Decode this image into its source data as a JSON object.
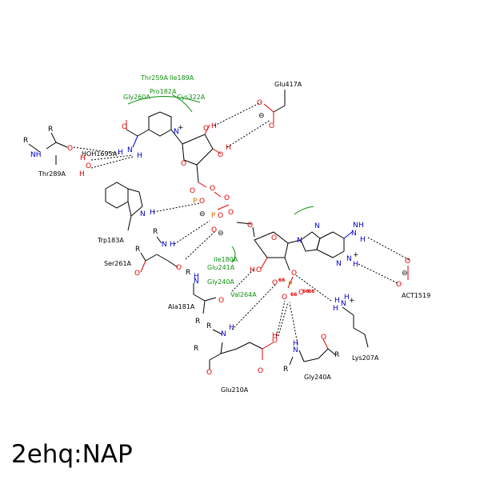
{
  "caption": "2ehq:NAP",
  "residues": {
    "glu417": "Glu417A",
    "thr289": "Thr289A",
    "hoh1695": "HOH1695A",
    "trp183": "Trp183A",
    "ser261": "Ser261A",
    "ala181": "Ala181A",
    "glu210": "Glu210A",
    "gly240_bottom": "Gly240A",
    "lys207": "Lys207A",
    "act1519": "ACT1519"
  },
  "hydrophobic": {
    "thr259": "Thr259A",
    "ile189": "Ile189A",
    "pro182": "Pro182A",
    "gly260": "Gly260A",
    "cys322": "Cys322A",
    "ile180": "Ile180A",
    "glu241": "Glu241A",
    "gly240": "Gly240A",
    "val264": "Val264A"
  },
  "distances": {
    "d1": "66",
    "d2": "66",
    "d3": "66",
    "d4": "66"
  },
  "colors": {
    "oxygen": "#e00000",
    "nitrogen": "#0000d0",
    "phosphorus": "#d07000",
    "hydrophobic": "#109010"
  }
}
